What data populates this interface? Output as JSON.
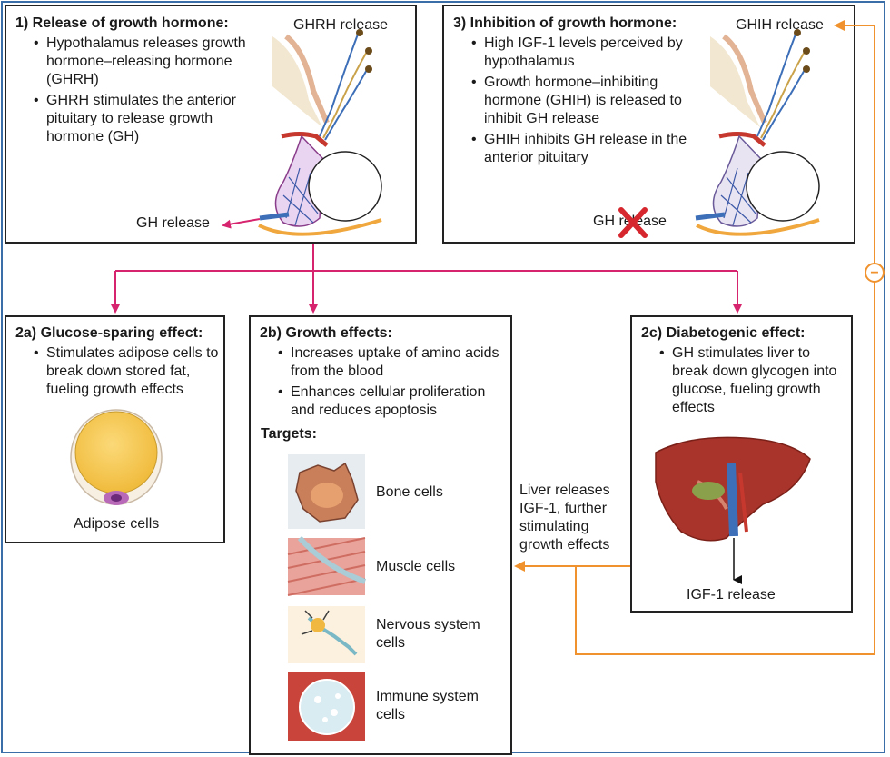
{
  "panel1": {
    "title": "1) Release of growth hormone:",
    "bullets": [
      "Hypothalamus releases growth hormone–releasing hormone (GHRH)",
      "GHRH stimulates the anterior pituitary to release growth hormone (GH)"
    ],
    "ghrh_label": "GHRH release",
    "gh_label": "GH release"
  },
  "panel3": {
    "title": "3) Inhibition of growth hormone:",
    "bullets": [
      "High IGF-1 levels perceived by hypothalamus",
      "Growth hormone–inhibiting hormone (GHIH) is released to inhibit GH release",
      "GHIH inhibits GH release in the anterior pituitary"
    ],
    "ghih_label": "GHIH release",
    "gh_label": "GH release"
  },
  "panel2a": {
    "title": "2a) Glucose-sparing effect:",
    "bullets": [
      "Stimulates adipose cells to break down stored fat, fueling growth effects"
    ],
    "cell_label": "Adipose cells"
  },
  "panel2b": {
    "title": "2b) Growth effects:",
    "bullets": [
      "Increases uptake of amino acids from the blood",
      "Enhances cellular proliferation and reduces apoptosis"
    ],
    "targets_label": "Targets:",
    "targets": [
      {
        "label": "Bone cells"
      },
      {
        "label": "Muscle cells"
      },
      {
        "label": "Nervous system cells"
      },
      {
        "label": "Immune system cells"
      }
    ]
  },
  "panel2c": {
    "title": "2c) Diabetogenic effect:",
    "bullets": [
      "GH stimulates liver to break down glycogen into glucose, fueling growth effects"
    ],
    "igf_label": "IGF-1 release"
  },
  "liver_note": "Liver releases IGF-1, further stimulating growth effects",
  "minus_sign": "−",
  "colors": {
    "pink": "#d6246e",
    "orange": "#f0922d",
    "border": "#222222",
    "frame": "#3a6ea8"
  }
}
